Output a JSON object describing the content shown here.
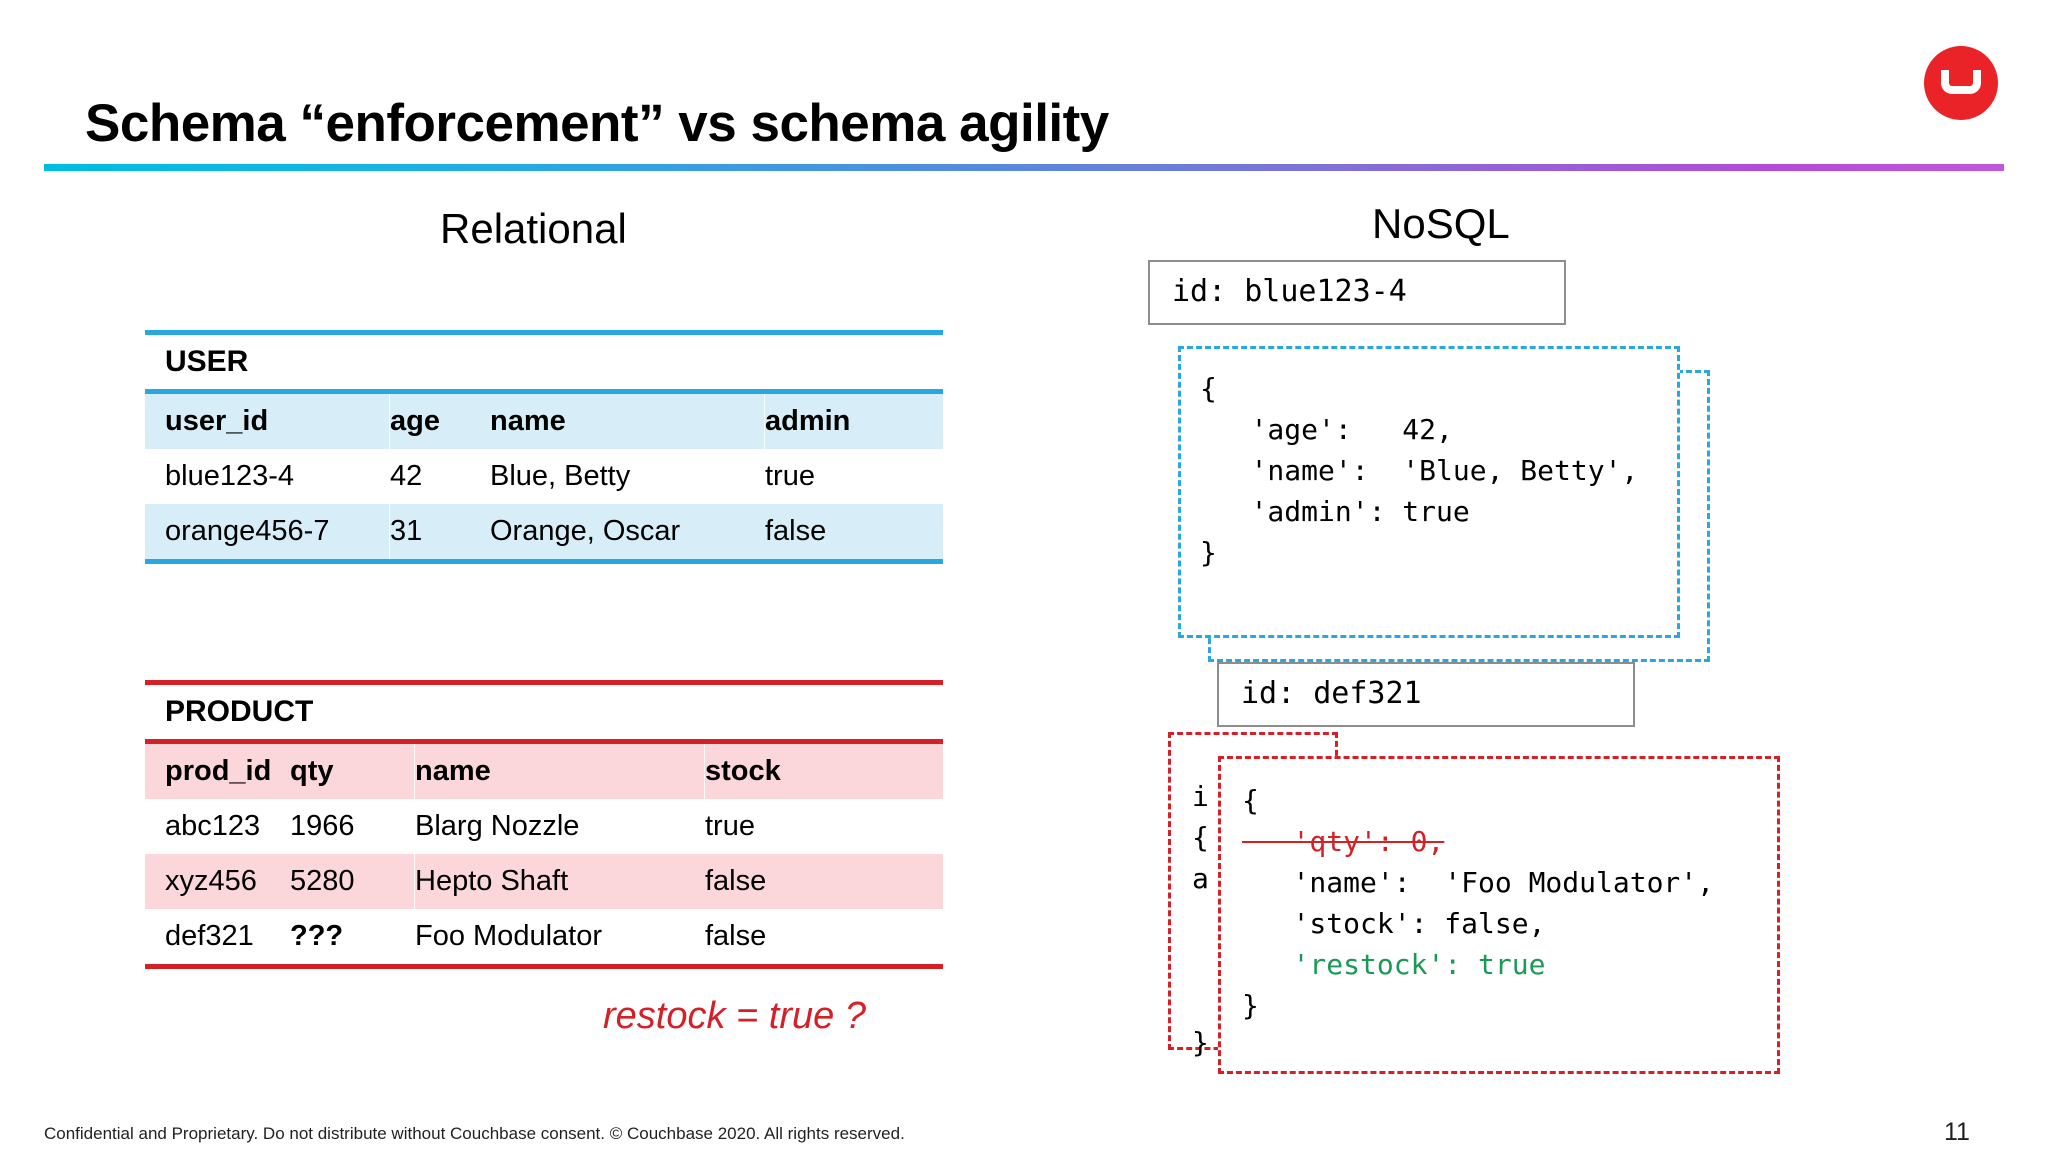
{
  "slide": {
    "title": "Schema “enforcement” vs schema agility",
    "page_number": "11",
    "footer": "Confidential and Proprietary. Do not distribute without Couchbase consent. © Couchbase 2020. All rights reserved.",
    "accent_gradient_start": "#00bce4",
    "accent_gradient_end": "#b44bd8",
    "brand_color": "#ea2328"
  },
  "columns": {
    "left_heading": "Relational",
    "right_heading": "NoSQL"
  },
  "relational": {
    "tables": [
      {
        "name": "USER",
        "accent_color": "#29a8e0",
        "header_fill": "#d7eef8",
        "columns": [
          "user_id",
          "age",
          "name",
          "admin"
        ],
        "rows": [
          [
            "blue123-4",
            "42",
            "Blue, Betty",
            "true"
          ],
          [
            "orange456-7",
            "31",
            "Orange, Oscar",
            "false"
          ]
        ]
      },
      {
        "name": "PRODUCT",
        "accent_color": "#d42027",
        "header_fill": "#fbd6da",
        "columns": [
          "prod_id",
          "qty",
          "name",
          "stock"
        ],
        "rows": [
          [
            "abc123",
            "1966",
            "Blarg Nozzle",
            "true"
          ],
          [
            "xyz456",
            "5280",
            "Hepto Shaft",
            "false"
          ],
          [
            "def321",
            "???",
            "Foo Modulator",
            "false"
          ]
        ]
      }
    ],
    "annotation": "restock = true ?",
    "annotation_color": "#d42027"
  },
  "nosql": {
    "documents": [
      {
        "id_label": "id: blue123-4",
        "border_color": "#29a8e0",
        "body_lines": [
          "{",
          "   'age':   42,",
          "   'name':  'Blue, Betty',",
          "   'admin': true",
          "}"
        ]
      },
      {
        "id_label": "id: def321",
        "border_color": "#d42027",
        "body_open": "{",
        "line_qty": "   'qty': 0,",
        "line_name": "   'name':  'Foo Modulator',",
        "line_stock": "   'stock': false,",
        "line_restock": "   'restock': true",
        "body_close": "}",
        "qty_state": "struck-through",
        "qty_color": "#d42027",
        "restock_color": "#1a9a57",
        "occluded_back_doc": "i\n{\na\n\n\n\n}"
      }
    ]
  }
}
